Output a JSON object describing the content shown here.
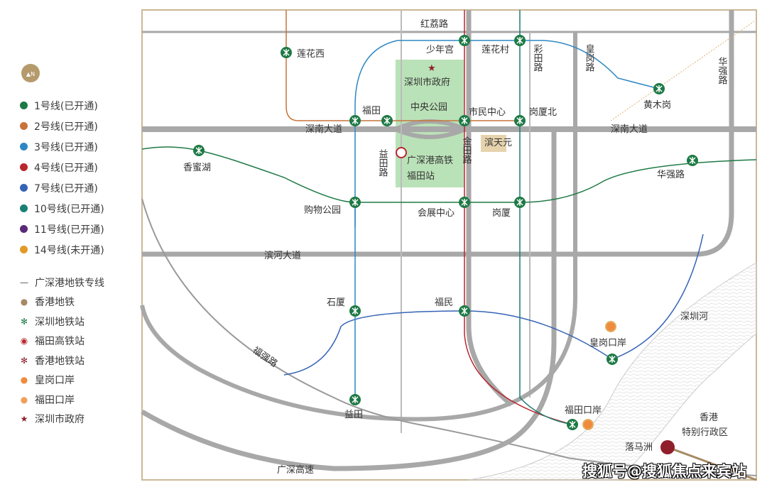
{
  "legend": {
    "compass": "N",
    "lines": [
      {
        "label": "1号线(已开通)",
        "color": "#1e7a45"
      },
      {
        "label": "2号线(已开通)",
        "color": "#c7743a"
      },
      {
        "label": "3号线(已开通)",
        "color": "#2e87c3"
      },
      {
        "label": "4号线(已开通)",
        "color": "#b8272d"
      },
      {
        "label": "7号线(已开通)",
        "color": "#3563b5"
      },
      {
        "label": "10号线(已开通)",
        "color": "#1a7f75"
      },
      {
        "label": "11号线(已开通)",
        "color": "#5a2a7a"
      },
      {
        "label": "14号线(未开通)",
        "color": "#e29a26"
      }
    ],
    "symbols": [
      {
        "icon": "dash-line-icon",
        "label": "广深港地铁专线"
      },
      {
        "icon": "hk-metro-dot-icon",
        "label": "香港地铁"
      },
      {
        "icon": "sz-metro-station-icon",
        "label": "深圳地铁站"
      },
      {
        "icon": "futian-hsr-station-icon",
        "label": "福田高铁站"
      },
      {
        "icon": "hk-metro-station-icon",
        "label": "香港地铁站"
      },
      {
        "icon": "huanggang-port-icon",
        "label": "皇岗口岸"
      },
      {
        "icon": "futian-port-icon",
        "label": "福田口岸"
      },
      {
        "icon": "star-icon",
        "label": "深圳市政府"
      }
    ]
  },
  "roads": {
    "honglilu": "红荔路",
    "shennan_w": "深南大道",
    "shennan_e": "深南大道",
    "binhe": "滨河大道",
    "yitian": "益田路",
    "jintian": "金田路",
    "caitian": "彩田路",
    "huanggang": "皇岗路",
    "huaqiang": "华强路",
    "fuqiang": "福强路",
    "guangshen": "广深高速"
  },
  "places": {
    "gov": "深圳市政府",
    "park": "中央公园",
    "hsr": "广深港高铁",
    "hsr2": "福田站",
    "river": "深圳河",
    "hk1": "香港",
    "hk2": "特别行政区",
    "project": "滨天元"
  },
  "stations": {
    "lianhuaxi": "莲花西",
    "shaoniangong": "少年宫",
    "lianhuacun": "莲花村",
    "futian": "福田",
    "shiminzhongxin": "市民中心",
    "gangxiabei": "岗厦北",
    "huangmugang": "黄木岗",
    "xiangmihu": "香蜜湖",
    "huaqianglu": "华强路",
    "gouwugongyuan": "购物公园",
    "huizhanzhongxin": "会展中心",
    "gangxia": "岗厦",
    "shixia": "石厦",
    "fumin": "福民",
    "huanggangkouan": "皇岗口岸",
    "yitian": "益田",
    "futiankouan": "福田口岸",
    "lokmachau": "落马洲"
  },
  "watermark": "搜狐号@搜狐焦点来宾站"
}
